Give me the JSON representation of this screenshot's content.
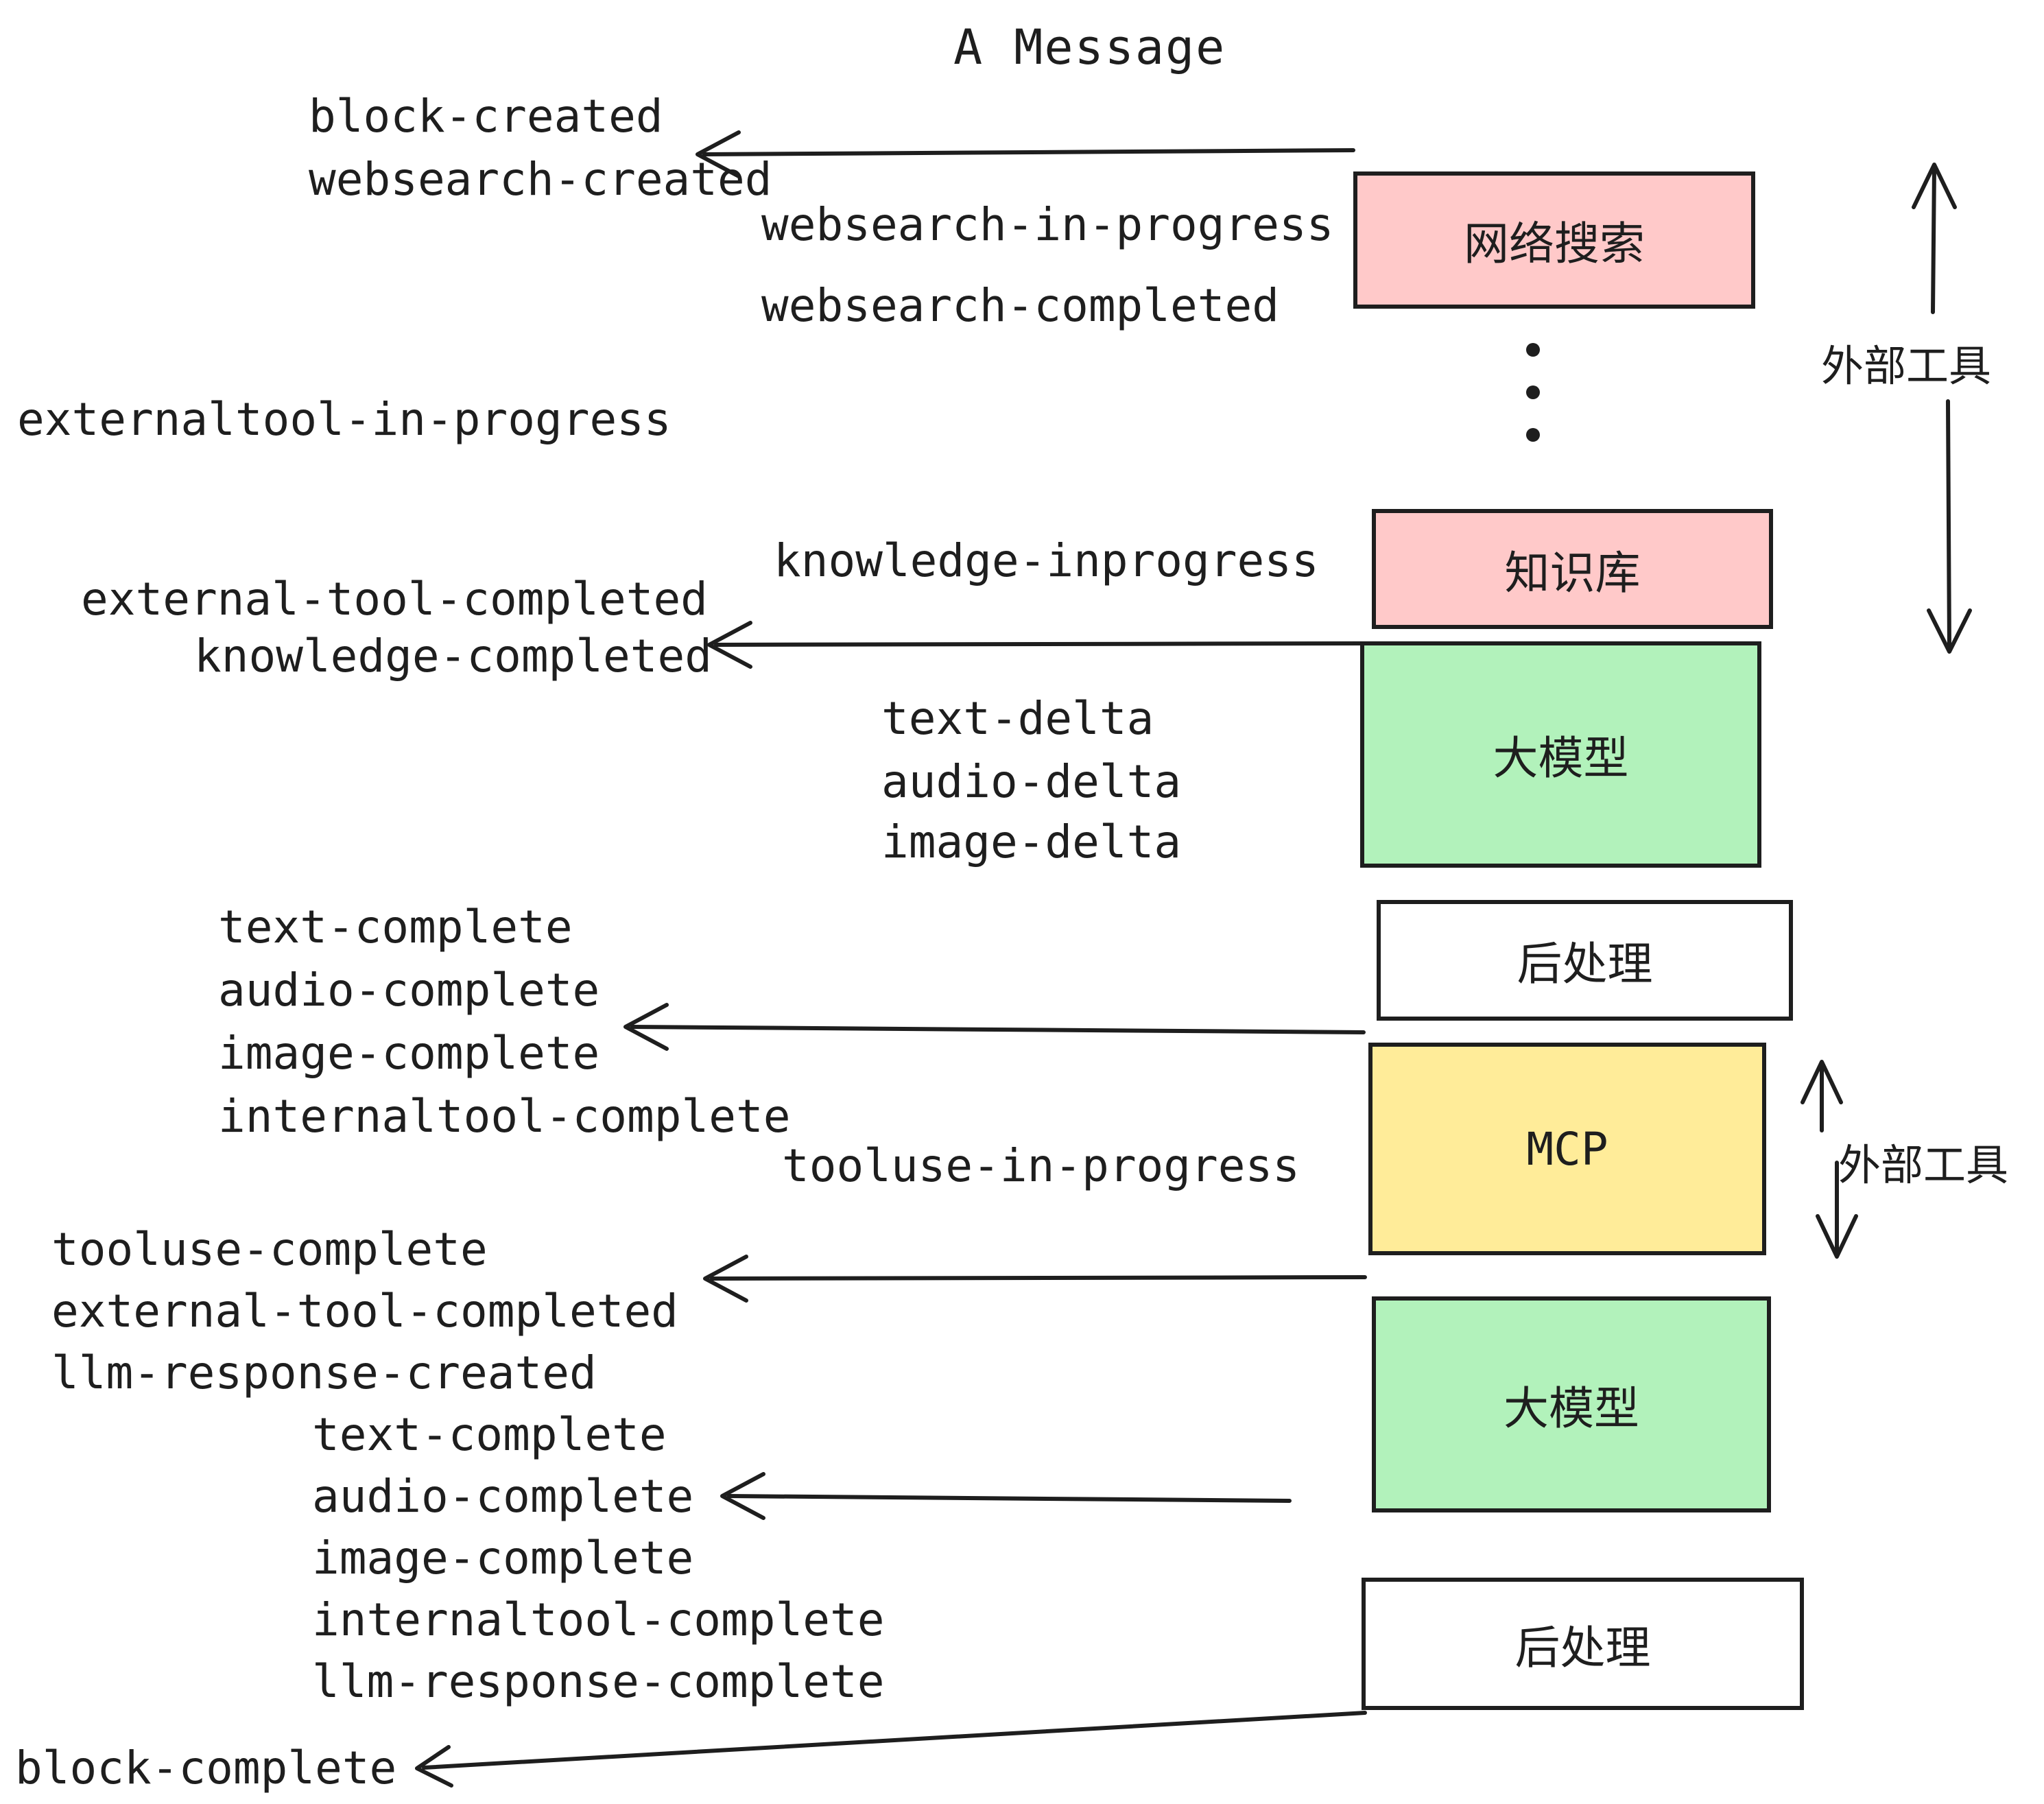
{
  "title": "A Message",
  "events": [
    {
      "text": "block-created"
    },
    {
      "text": "websearch-created"
    },
    {
      "text": "websearch-in-progress"
    },
    {
      "text": "websearch-completed"
    },
    {
      "text": "externaltool-in-progress"
    },
    {
      "text": "knowledge-inprogress"
    },
    {
      "text": "external-tool-completed"
    },
    {
      "text": "knowledge-completed"
    },
    {
      "text": "text-delta"
    },
    {
      "text": "audio-delta"
    },
    {
      "text": "image-delta"
    },
    {
      "text": "text-complete"
    },
    {
      "text": "audio-complete"
    },
    {
      "text": "image-complete"
    },
    {
      "text": "internaltool-complete"
    },
    {
      "text": "tooluse-in-progress"
    },
    {
      "text": "tooluse-complete"
    },
    {
      "text": "external-tool-completed"
    },
    {
      "text": "llm-response-created"
    },
    {
      "text": "text-complete"
    },
    {
      "text": "audio-complete"
    },
    {
      "text": "image-complete"
    },
    {
      "text": "internaltool-complete"
    },
    {
      "text": "llm-response-complete"
    },
    {
      "text": "block-complete"
    }
  ],
  "boxes": [
    {
      "label": "网络搜索",
      "fill": "#ffc9c9"
    },
    {
      "label": "知识库",
      "fill": "#ffc9c9"
    },
    {
      "label": "大模型",
      "fill": "#b2f2bb"
    },
    {
      "label": "后处理",
      "fill": "#ffffff"
    },
    {
      "label": "MCP",
      "fill": "#ffec99"
    },
    {
      "label": "大模型",
      "fill": "#b2f2bb"
    },
    {
      "label": "后处理",
      "fill": "#ffffff"
    }
  ],
  "side_labels": [
    {
      "text": "外部工具"
    },
    {
      "text": "外部工具"
    }
  ],
  "colors": {
    "stroke": "#1e1e1e",
    "pink": "#ffc9c9",
    "green": "#b2f2bb",
    "yellow": "#ffec99",
    "white": "#ffffff"
  }
}
